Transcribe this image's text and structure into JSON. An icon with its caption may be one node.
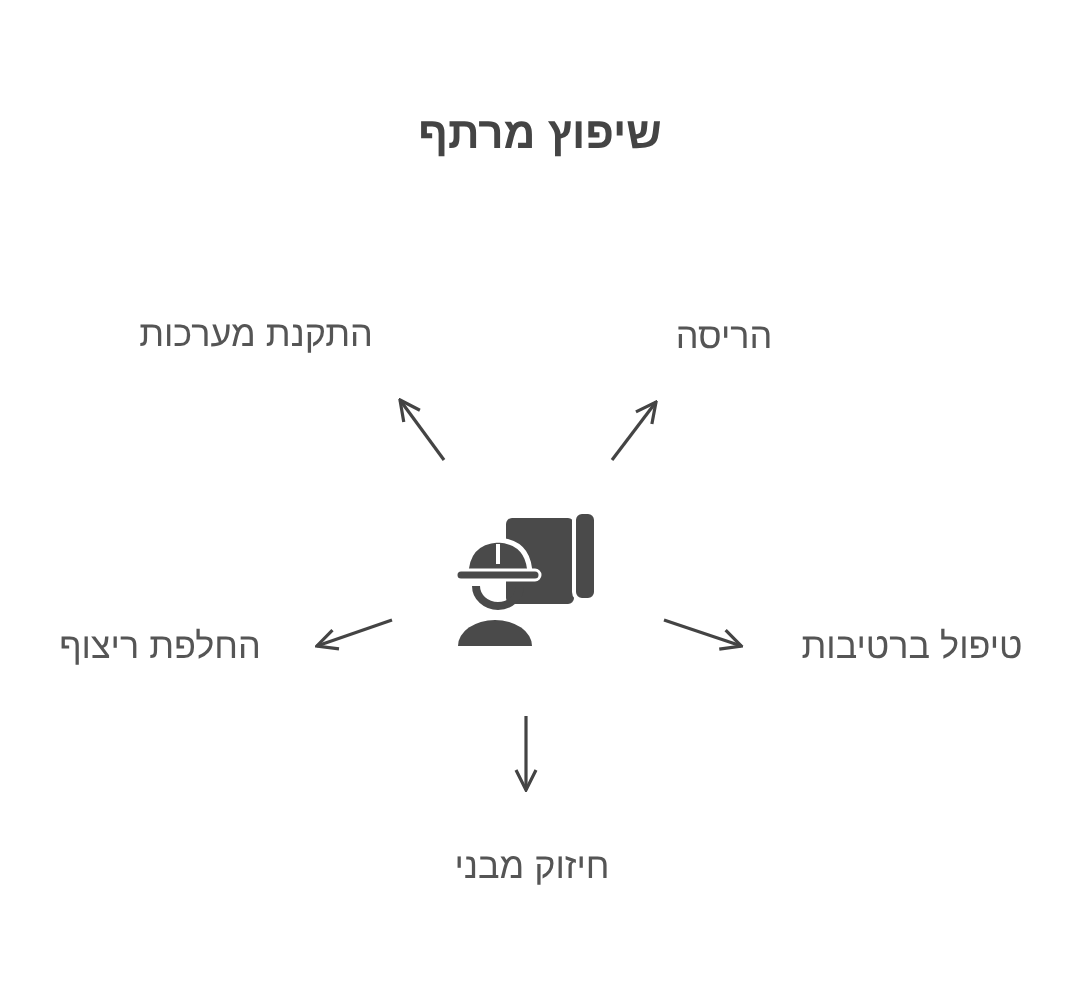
{
  "diagram": {
    "title": "שיפוץ מרתף",
    "nodes": [
      {
        "text": [],
        "shape": "picture"
      },
      {
        "text": [
          "הריסה"
        ]
      },
      {
        "text": [
          "התקנת מערכות"
        ]
      },
      {
        "text": [
          "טיפול ברטיבות"
        ]
      },
      {
        "text": [
          "החלפת ריצוף"
        ]
      },
      {
        "text": [
          "חיזוק מבני"
        ]
      }
    ],
    "edges": [
      {
        "from": 0,
        "to": 1,
        "arrow": "to"
      },
      {
        "from": 0,
        "to": 2,
        "arrow": "to"
      },
      {
        "from": 0,
        "to": 3,
        "arrow": "to"
      },
      {
        "from": 0,
        "to": 4,
        "arrow": "to"
      },
      {
        "from": 0,
        "to": 5,
        "arrow": "to"
      }
    ]
  }
}
